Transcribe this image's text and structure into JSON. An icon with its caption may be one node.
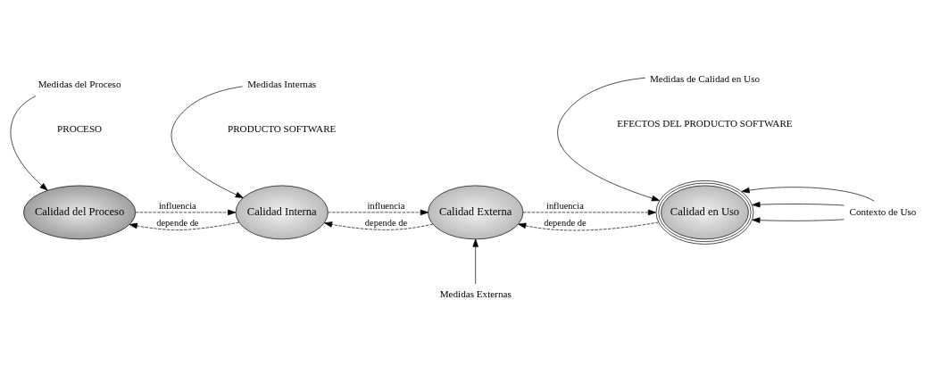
{
  "diagram": {
    "nodes": [
      {
        "text": [
          "Calidad del Proceso"
        ]
      },
      {
        "text": [
          "Calidad Interna"
        ]
      },
      {
        "text": [
          "Calidad Externa"
        ]
      },
      {
        "text": [
          "Calidad en Uso"
        ]
      },
      {
        "text": [
          "Medidas del Proceso"
        ]
      },
      {
        "text": [
          "Medidas Internas"
        ]
      },
      {
        "text": [
          "Medidas Externas"
        ]
      },
      {
        "text": [
          "Medidas de Calidad en Uso"
        ]
      },
      {
        "text": [
          "Contexto de Uso"
        ]
      }
    ],
    "edges": [
      {
        "from": 0,
        "to": 1,
        "arrow": "to",
        "label": "influencia",
        "style": "dashed"
      },
      {
        "from": 1,
        "to": 2,
        "arrow": "to",
        "label": "influencia",
        "style": "dashed"
      },
      {
        "from": 2,
        "to": 3,
        "arrow": "to",
        "label": "influencia",
        "style": "dashed"
      },
      {
        "from": 1,
        "to": 0,
        "arrow": "to",
        "label": "depende de",
        "style": "dashed"
      },
      {
        "from": 2,
        "to": 1,
        "arrow": "to",
        "label": "depende de",
        "style": "dashed"
      },
      {
        "from": 3,
        "to": 2,
        "arrow": "to",
        "label": "depende de",
        "style": "dashed"
      },
      {
        "from": 4,
        "to": 0,
        "arrow": "to"
      },
      {
        "from": 5,
        "to": 1,
        "arrow": "to"
      },
      {
        "from": 6,
        "to": 2,
        "arrow": "to"
      },
      {
        "from": 7,
        "to": 3,
        "arrow": "to"
      },
      {
        "from": 8,
        "to": 3,
        "arrow": "to"
      },
      {
        "from": 8,
        "to": 3,
        "arrow": "to"
      },
      {
        "from": 8,
        "to": 3,
        "arrow": "to"
      }
    ],
    "labels": [
      "PROCESO",
      "PRODUCTO SOFTWARE",
      "EFECTOS DEL PRODUCTO SOFTWARE"
    ]
  }
}
